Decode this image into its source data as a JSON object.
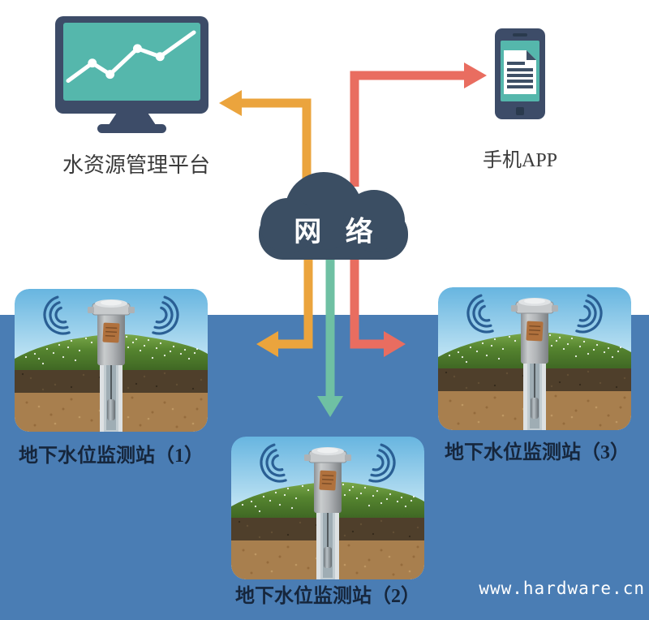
{
  "colors": {
    "blue_bg": "#4a7db4",
    "cloud": "#3b4e63",
    "device_frame": "#3d4c68",
    "screen": "#55b7ac",
    "arrow_orange": "#eba43d",
    "arrow_red": "#e96d60",
    "arrow_green": "#6fc0a3",
    "wifi": "#2a5f94",
    "top_label": "#3b3b3b",
    "station_label": "#16263c",
    "cloud_text": "#ffffff",
    "watermark_text": "#ffffff"
  },
  "network": {
    "label": "网 络",
    "icon": "cloud-icon"
  },
  "platform": {
    "label": "水资源管理平台",
    "icon": "monitor-line-chart-icon"
  },
  "app": {
    "label": "手机APP",
    "icon": "smartphone-report-icon"
  },
  "stations": [
    {
      "label": "地下水位监测站（1）",
      "icon": "groundwater-monitoring-well-illustration"
    },
    {
      "label": "地下水位监测站（2）",
      "icon": "groundwater-monitoring-well-illustration"
    },
    {
      "label": "地下水位监测站（3）",
      "icon": "groundwater-monitoring-well-illustration"
    }
  ],
  "watermark": "www.hardware.cn"
}
